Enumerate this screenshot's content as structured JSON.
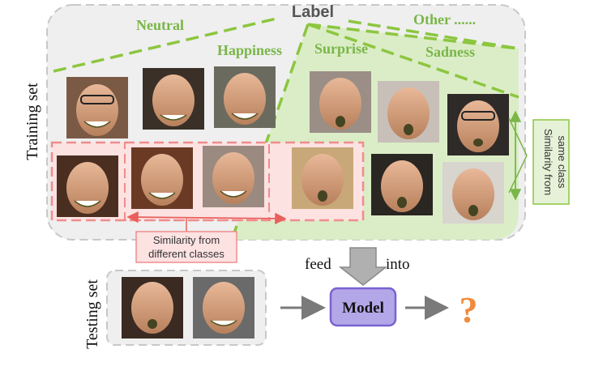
{
  "label_title": "Label",
  "categories": {
    "neutral": "Neutral",
    "happiness": "Happiness",
    "surprise": "Surprise",
    "sadness": "Sadness",
    "other": "Other ......"
  },
  "training_set": "Training set",
  "testing_set": "Testing set",
  "similarity_different": [
    "Similarity from",
    "different classes"
  ],
  "similarity_same": [
    "Similarity from",
    "same class"
  ],
  "feed": "feed",
  "into": "into",
  "model": "Model",
  "result": "?",
  "colors": {
    "green_text": "#7ab648",
    "green_dash": "#8cc63f",
    "green_fill": "#d9ecc4",
    "gray_fill": "#efefef",
    "gray_dash": "#c8c8c8",
    "red_dash": "#f08c8c",
    "red_fill": "#fde2e2",
    "red_arrow": "#e8605a",
    "model_fill": "#b4a7e8",
    "model_stroke": "#7a62d0",
    "question": "#f08a3c"
  }
}
